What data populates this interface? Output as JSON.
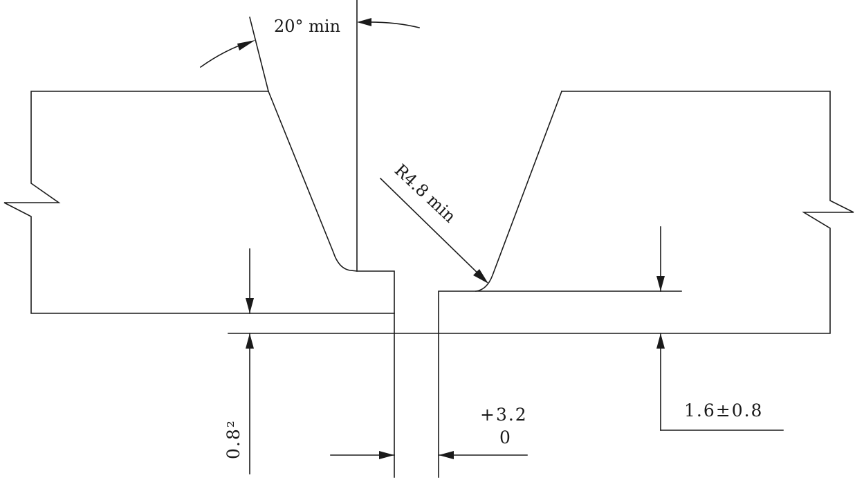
{
  "diagram": {
    "labels": {
      "bevel_angle": "20° min",
      "root_radius": "R4.8 min",
      "land_tolerance": "1.6±0.8",
      "root_offset": "0.8²",
      "gap_plus": "+3.2",
      "gap_minus": "0"
    }
  }
}
